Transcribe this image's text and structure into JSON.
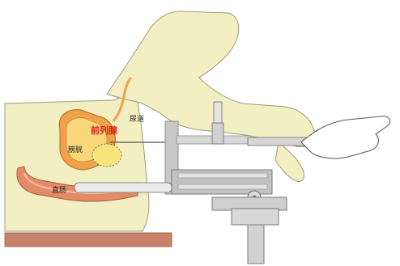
{
  "labels": {
    "urethra": "尿道",
    "prostate": "前列腺",
    "bladder": "膀胱",
    "rectum": "直肠"
  },
  "colors": {
    "skin": "#f4efc2",
    "skin_outline": "#9c9a7a",
    "organ_orange": "#f0a24a",
    "prostate_yellow": "#f6e57a",
    "rectum_red": "#e58a66",
    "table_brown": "#c9836b",
    "metal": "#c8c8c8",
    "metal_dark": "#8c8c8c",
    "label_red": "#d9201c",
    "label_dark": "#222222"
  }
}
